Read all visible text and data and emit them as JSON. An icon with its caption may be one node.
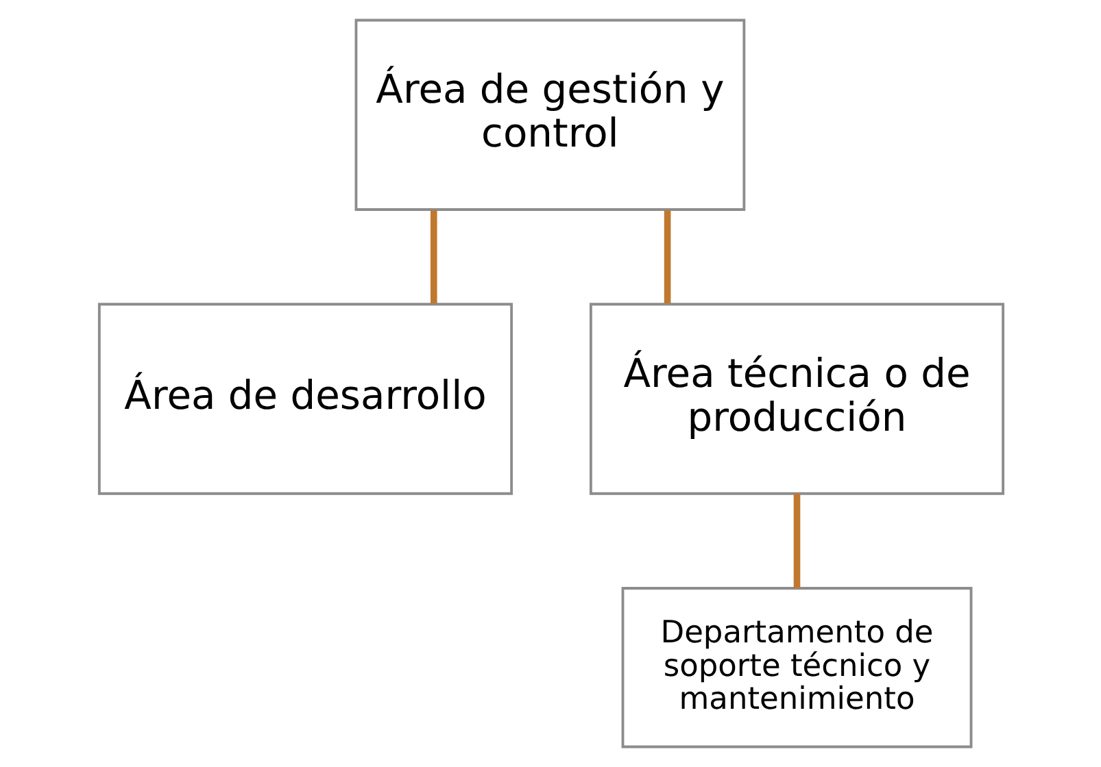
{
  "diagram": {
    "nodes": [
      {
        "text": [
          "Área de gestión y control"
        ]
      },
      {
        "text": [
          "Área de desarrollo"
        ]
      },
      {
        "text": [
          "Área técnica o de producción"
        ]
      },
      {
        "text": [
          "Departamento de soporte técnico y mantenimiento"
        ]
      }
    ],
    "edges": [
      {
        "from": 0,
        "to": 1,
        "arrow": "none"
      },
      {
        "from": 0,
        "to": 2,
        "arrow": "none"
      },
      {
        "from": 2,
        "to": 3,
        "arrow": "none"
      }
    ]
  }
}
